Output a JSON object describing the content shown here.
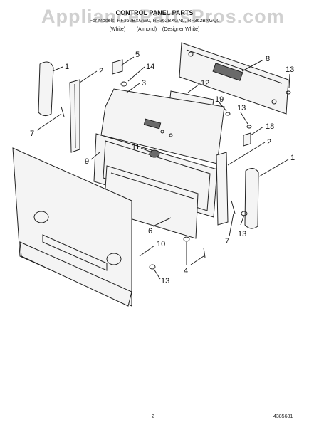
{
  "header": {
    "title": "CONTROL PANEL PARTS",
    "models": "For Models: RF362BXGW0, RF362BXGN0, RF362BXGQ0",
    "colors": "(White)        (Almond)    (Designer White)"
  },
  "watermark": "AppliancePartsPros.com",
  "callouts": {
    "c1a": "1",
    "c2a": "2",
    "c5": "5",
    "c14": "14",
    "c3": "3",
    "c8": "8",
    "c13a": "13",
    "c12": "12",
    "c19": "19",
    "c13b": "13",
    "c18": "18",
    "c7a": "7",
    "c9": "9",
    "c11": "11",
    "c2b": "2",
    "c1b": "1",
    "c6": "6",
    "c7b": "7",
    "c13c": "13",
    "c10": "10",
    "c4": "4",
    "c13d": "13"
  },
  "footer": {
    "page": "2",
    "part_number": "4385681"
  }
}
